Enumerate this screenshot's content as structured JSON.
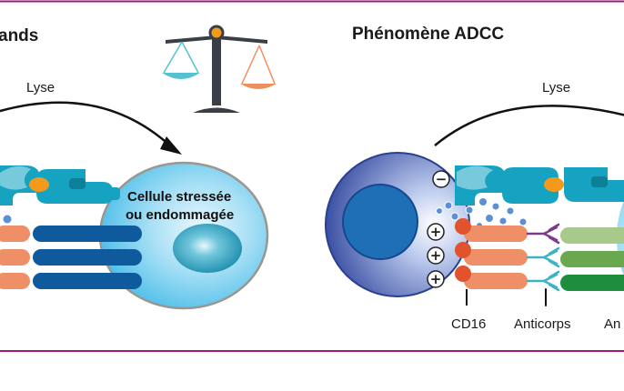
{
  "left_panel": {
    "title_fragment": "ands",
    "lyse_label": "Lyse",
    "target_cell_line1": "Cellule stressée",
    "target_cell_line2": "ou endommagée"
  },
  "right_panel": {
    "title": "Phénomène ADCC",
    "lyse_label": "Lyse",
    "minus_sign": "−",
    "plus_sign": "+",
    "labels": {
      "cd16": "CD16",
      "anticorps": "Anticorps",
      "fragment": "An"
    }
  },
  "colors": {
    "frame_line": "#a5177f",
    "nk_cell_outer": "#3a4fa3",
    "nk_nucleus": "#1f6fb6",
    "target_cell": "#4fc1ec",
    "target_nucleus": "#1e8fb0",
    "receptor_teal": "#16a3c2",
    "receptor_navy": "#0f5a9c",
    "receptor_salmon": "#ef8f67",
    "cd16_red": "#e0532d",
    "antibody_purple": "#7c3a8f",
    "antibody_teal": "#3fb3c6",
    "ligand_light_green": "#a7c98c",
    "ligand_mid_green": "#6aa84f",
    "ligand_dark_green": "#1e8e3e",
    "granule": "#5b8fd6",
    "scale_dark": "#3a3f47",
    "scale_teal": "#55c2cf",
    "scale_orange": "#ef8f5d",
    "pivot_orange": "#f39a1c"
  }
}
